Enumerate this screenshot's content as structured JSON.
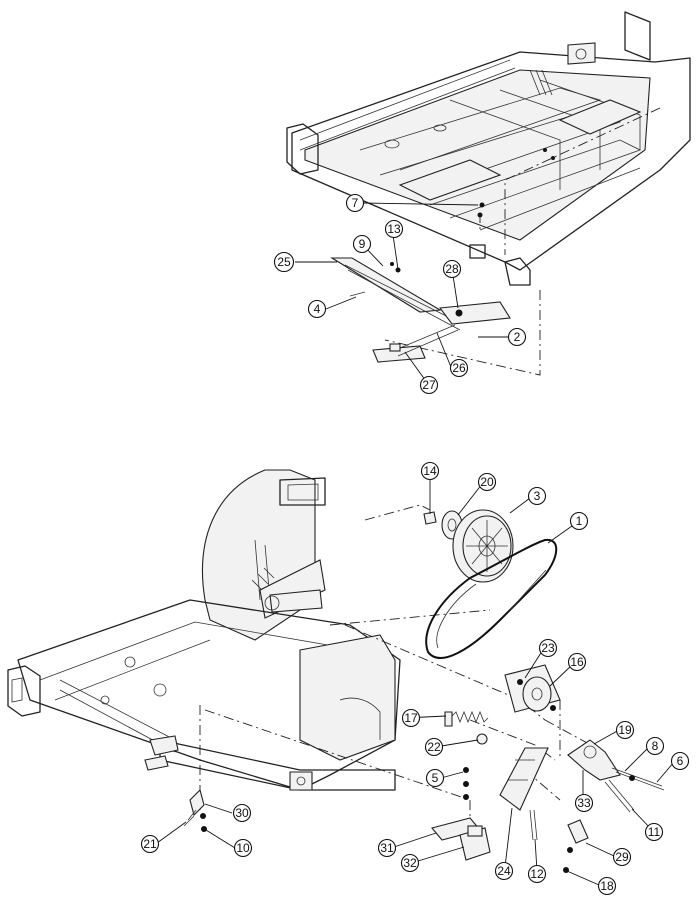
{
  "diagram": {
    "top_callouts": [
      "7",
      "13",
      "9",
      "25",
      "28",
      "4",
      "2",
      "26",
      "27"
    ],
    "bottom_callouts": [
      "14",
      "20",
      "3",
      "1",
      "23",
      "16",
      "17",
      "22",
      "19",
      "8",
      "6",
      "5",
      "33",
      "11",
      "30",
      "21",
      "10",
      "31",
      "32",
      "24",
      "12",
      "29",
      "18"
    ]
  }
}
